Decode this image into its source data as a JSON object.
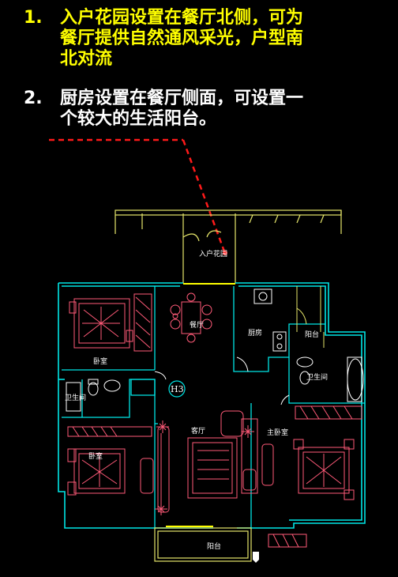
{
  "notes": [
    {
      "number": "1.",
      "lines": [
        "入户花园设置在餐厅北侧，可为",
        "餐厅提供自然通风采光，户型南",
        "北对流"
      ]
    },
    {
      "number": "2.",
      "lines": [
        "厨房设置在餐厅侧面，可设置一",
        "个较大的生活阳台。"
      ]
    }
  ],
  "plan": {
    "unit_code": "H3",
    "rooms": {
      "entry_garden": "入户花园",
      "dining": "餐厅",
      "kitchen": "厨房",
      "balcony_service": "阳台",
      "bedroom_a": "卧室",
      "bathroom_a": "卫生间",
      "bedroom_b": "卧室",
      "living": "客厅",
      "bathroom_master": "卫生间",
      "master_bedroom": "主卧室",
      "balcony_living": "阳台"
    }
  },
  "colors": {
    "highlight": "#ffff00",
    "text": "#ffffff",
    "walls": "#00e5e5",
    "furniture": "#ff5a78",
    "callout": "#ff1a1a"
  }
}
